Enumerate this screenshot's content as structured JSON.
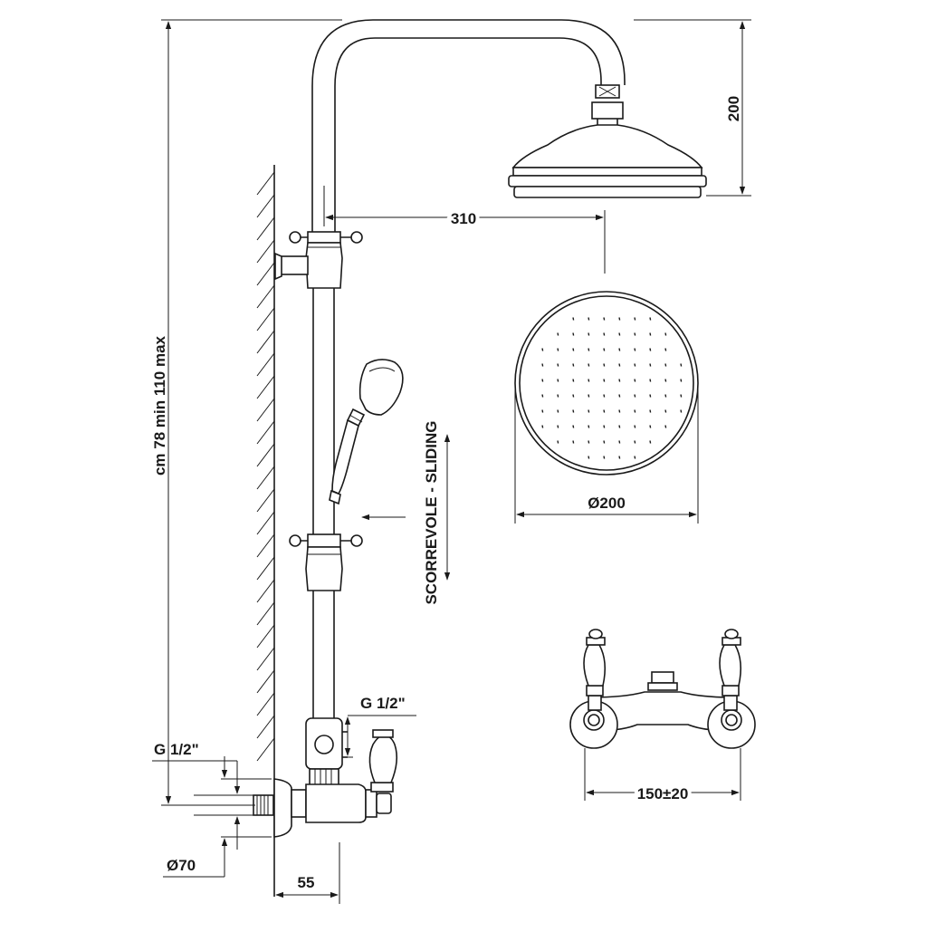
{
  "labels": {
    "height_range": "cm 78 min  110 max",
    "arm_height": "200",
    "arm_reach": "310",
    "head_diameter": "Ø200",
    "sliding": "SCORREVOLE - SLIDING",
    "inlet_top": "G 1/2\"",
    "inlet_left": "G 1/2\"",
    "flange_diameter": "Ø70",
    "wall_offset": "55",
    "center_distance": "150±20"
  }
}
